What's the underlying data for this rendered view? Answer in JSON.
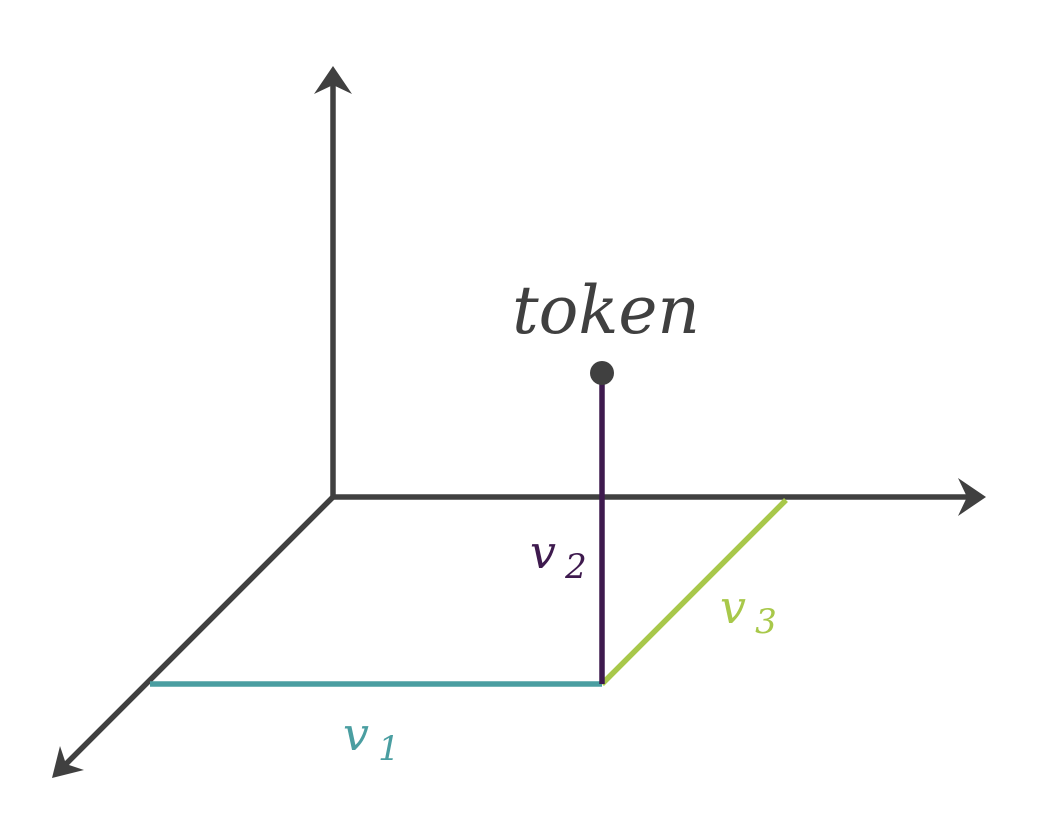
{
  "diagram": {
    "token_label": "token",
    "v1": {
      "letter": "v",
      "sub": "1"
    },
    "v2": {
      "letter": "v",
      "sub": "2"
    },
    "v3": {
      "letter": "v",
      "sub": "3"
    }
  },
  "colors": {
    "axis": "#404040",
    "v1": "#4a9ea1",
    "v2": "#3e1a4e",
    "v3": "#a8c84a",
    "token_point": "#404040",
    "text": "#404040"
  }
}
